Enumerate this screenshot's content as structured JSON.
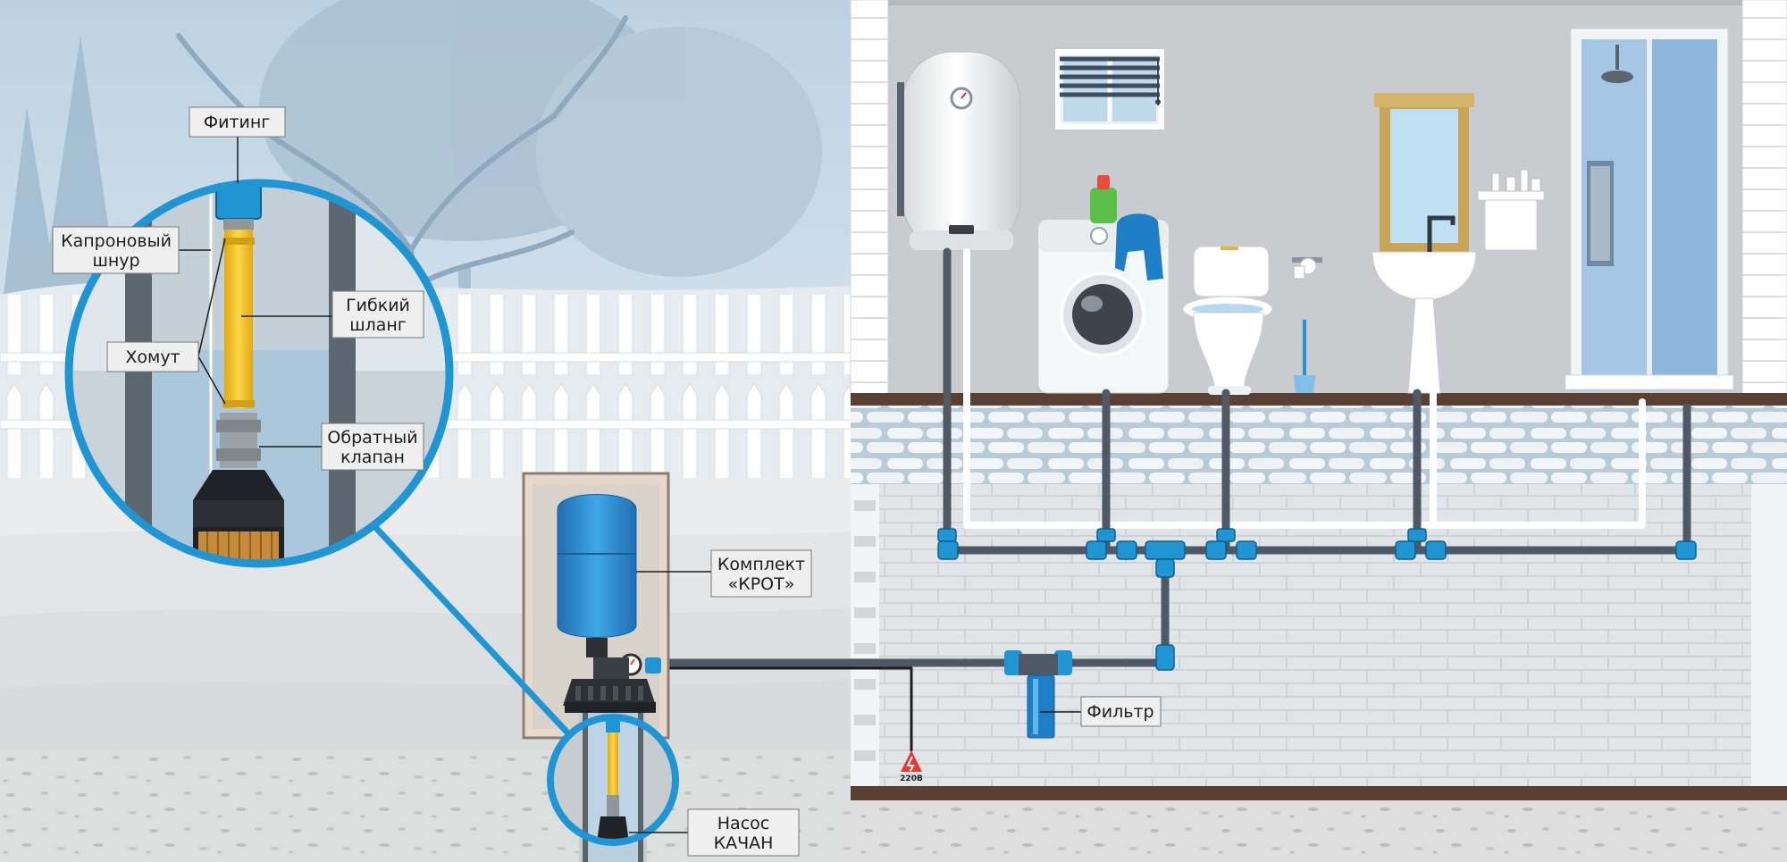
{
  "labels": {
    "fitting": "Фитинг",
    "cord_l1": "Капроновый",
    "cord_l2": "шнур",
    "hose_l1": "Гибкий",
    "hose_l2": "шланг",
    "clamp": "Хомут",
    "valve_l1": "Обратный",
    "valve_l2": "клапан",
    "kit_l1": "Комплект",
    "kit_l2": "«КРОТ»",
    "filter": "Фильтр",
    "pump_l1": "Насос",
    "pump_l2": "КАЧАН",
    "voltage": "220В"
  },
  "colors": {
    "accent_blue": "#1f95d3",
    "pipe_gray": "#4e5965",
    "hose_yellow": "#f2c21a",
    "ground_soil": "#dcdcdc",
    "floor_brown": "#5a4033"
  },
  "icons": [
    "electric-hazard-icon",
    "shower-head-icon",
    "toilet-paper-icon",
    "pressure-gauge-icon"
  ]
}
